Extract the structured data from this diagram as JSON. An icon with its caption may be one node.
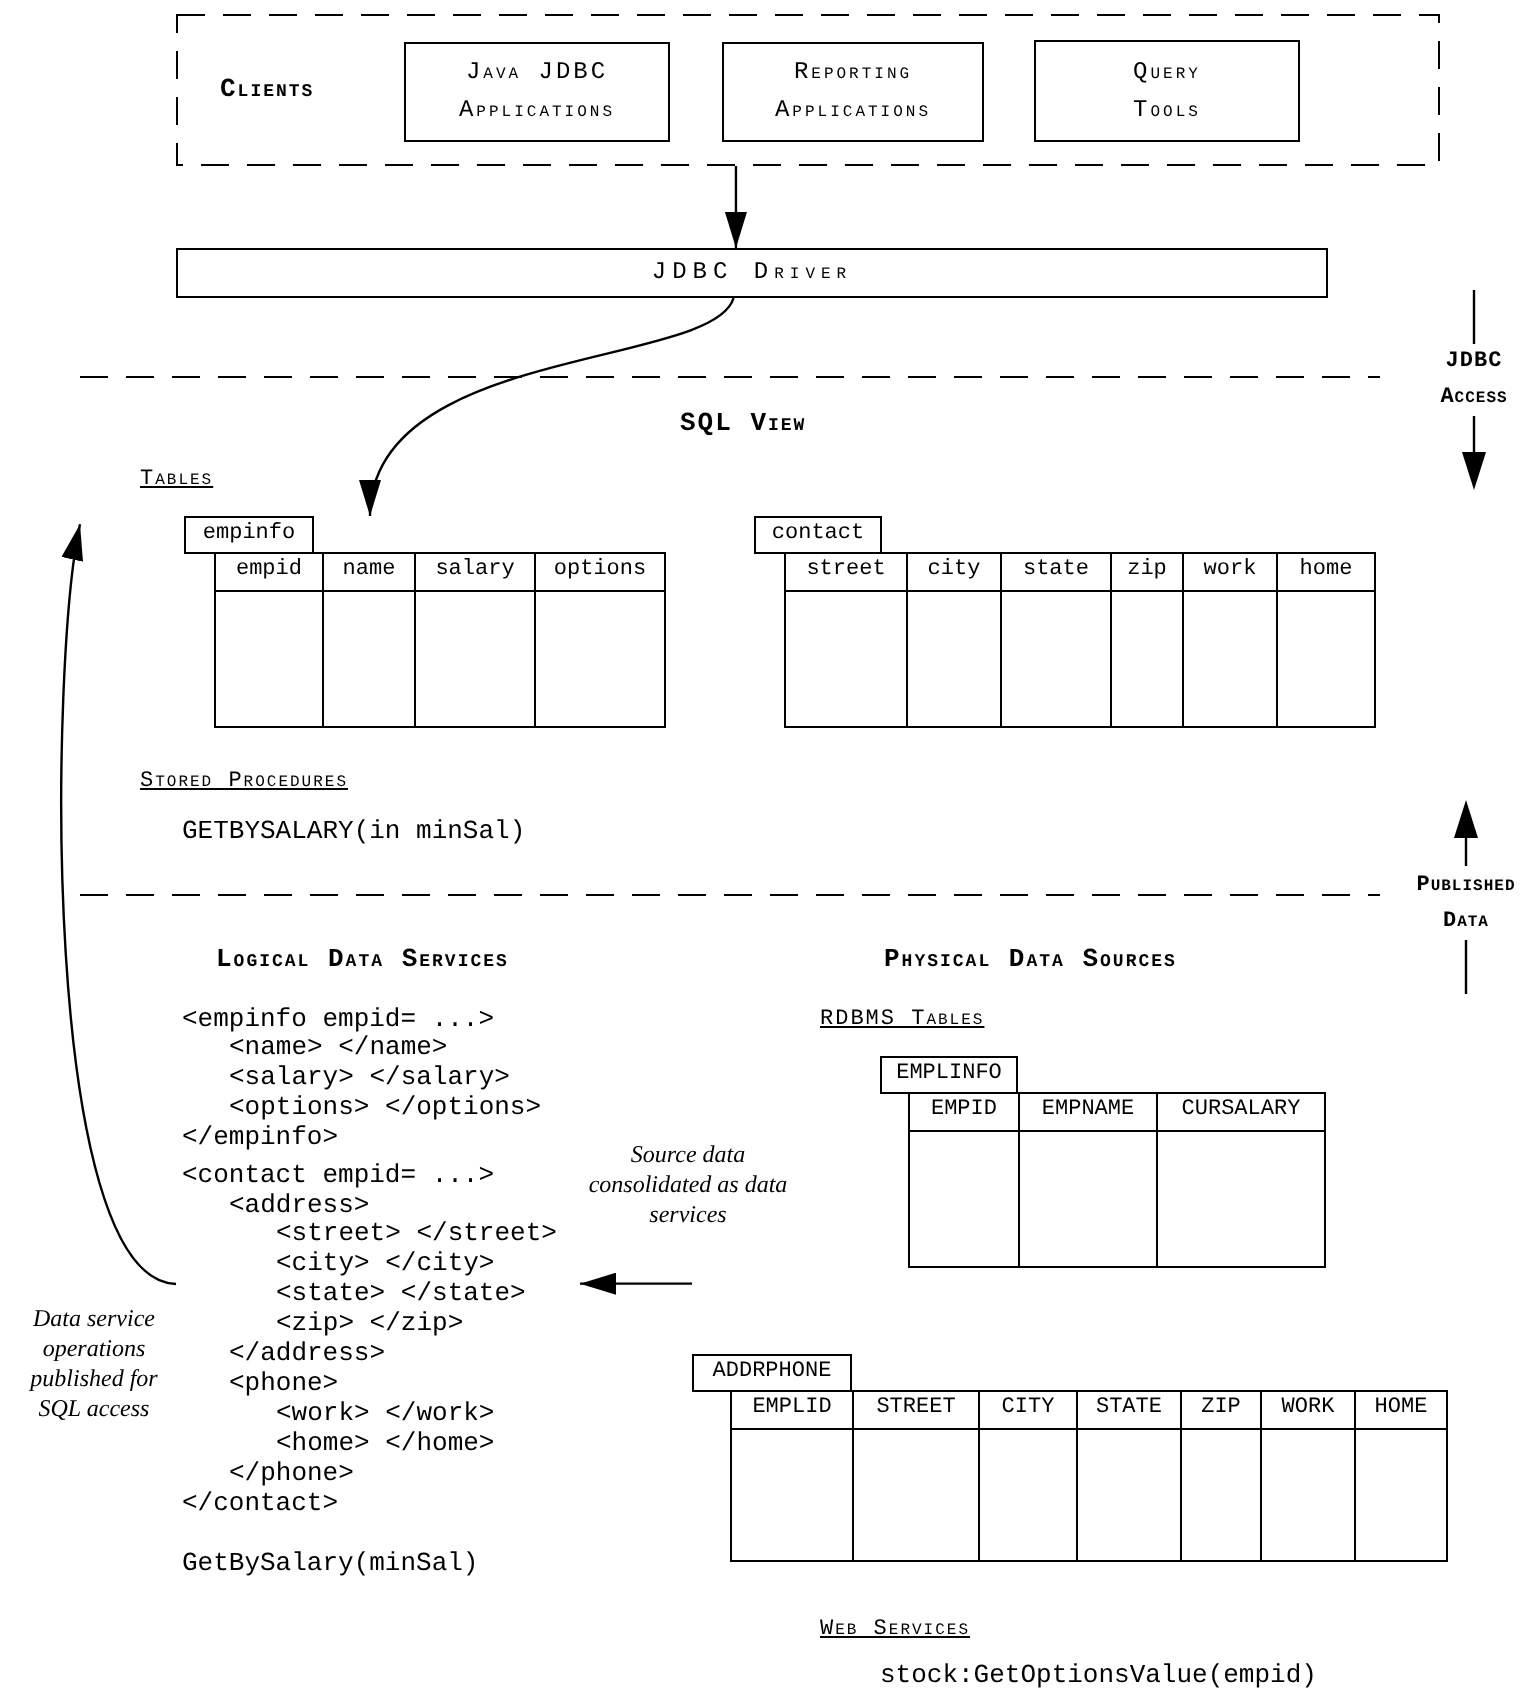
{
  "diagram": {
    "nodes": [
      {
        "text": [
          "Clients"
        ]
      },
      {
        "text": [
          "Java JDBC Applications"
        ],
        "in": 0
      },
      {
        "text": [
          "Reporting Applications"
        ],
        "in": 0
      },
      {
        "text": [
          "Query Tools"
        ],
        "in": 0
      },
      {
        "text": [
          "JDBC Driver"
        ]
      },
      {
        "text": [
          "SQL View",
          "Tables",
          "Stored Procedures",
          "GETBYSALARY(in minSal)"
        ]
      },
      {
        "text": [
          "empinfo",
          "empid",
          "name",
          "salary",
          "options"
        ],
        "in": 5
      },
      {
        "text": [
          "contact",
          "street",
          "city",
          "state",
          "zip",
          "work",
          "home"
        ],
        "in": 5
      },
      {
        "text": [
          "Logical Data Services",
          "<empinfo empid= ...>",
          "<name> </name>",
          "<salary> </salary>",
          "<options> </options>",
          "</empinfo>",
          "<contact empid= ...>",
          "<address>",
          "<street> </street>",
          "<city> </city>",
          "<state> </state>",
          "<zip> </zip>",
          "</address>",
          "<phone>",
          "<work> </work>",
          "<home> </home>",
          "</phone>",
          "</contact>",
          "GetBySalary(minSal)"
        ]
      },
      {
        "text": [
          "Physical Data Sources",
          "RDBMS Tables",
          "Web Services",
          "stock:GetOptionsValue(empid)"
        ]
      },
      {
        "text": [
          "EMPLINFO",
          "EMPID",
          "EMPNAME",
          "CURSALARY"
        ],
        "in": 9
      },
      {
        "text": [
          "ADDRPHONE",
          "EMPLID",
          "STREET",
          "CITY",
          "STATE",
          "ZIP",
          "WORK",
          "HOME"
        ],
        "in": 9
      }
    ],
    "edges": [
      {
        "from": 0,
        "to": 4,
        "arrow": "to"
      },
      {
        "from": 4,
        "to": 6,
        "arrow": "to"
      },
      {
        "from": 8,
        "to": 5,
        "arrow": "to",
        "label": "Data service operations published for SQL access"
      },
      {
        "from": 9,
        "to": 8,
        "arrow": "to",
        "label": "Source data consolidated as data services"
      }
    ],
    "labels": [
      "JDBC Access",
      "Published Data"
    ]
  }
}
